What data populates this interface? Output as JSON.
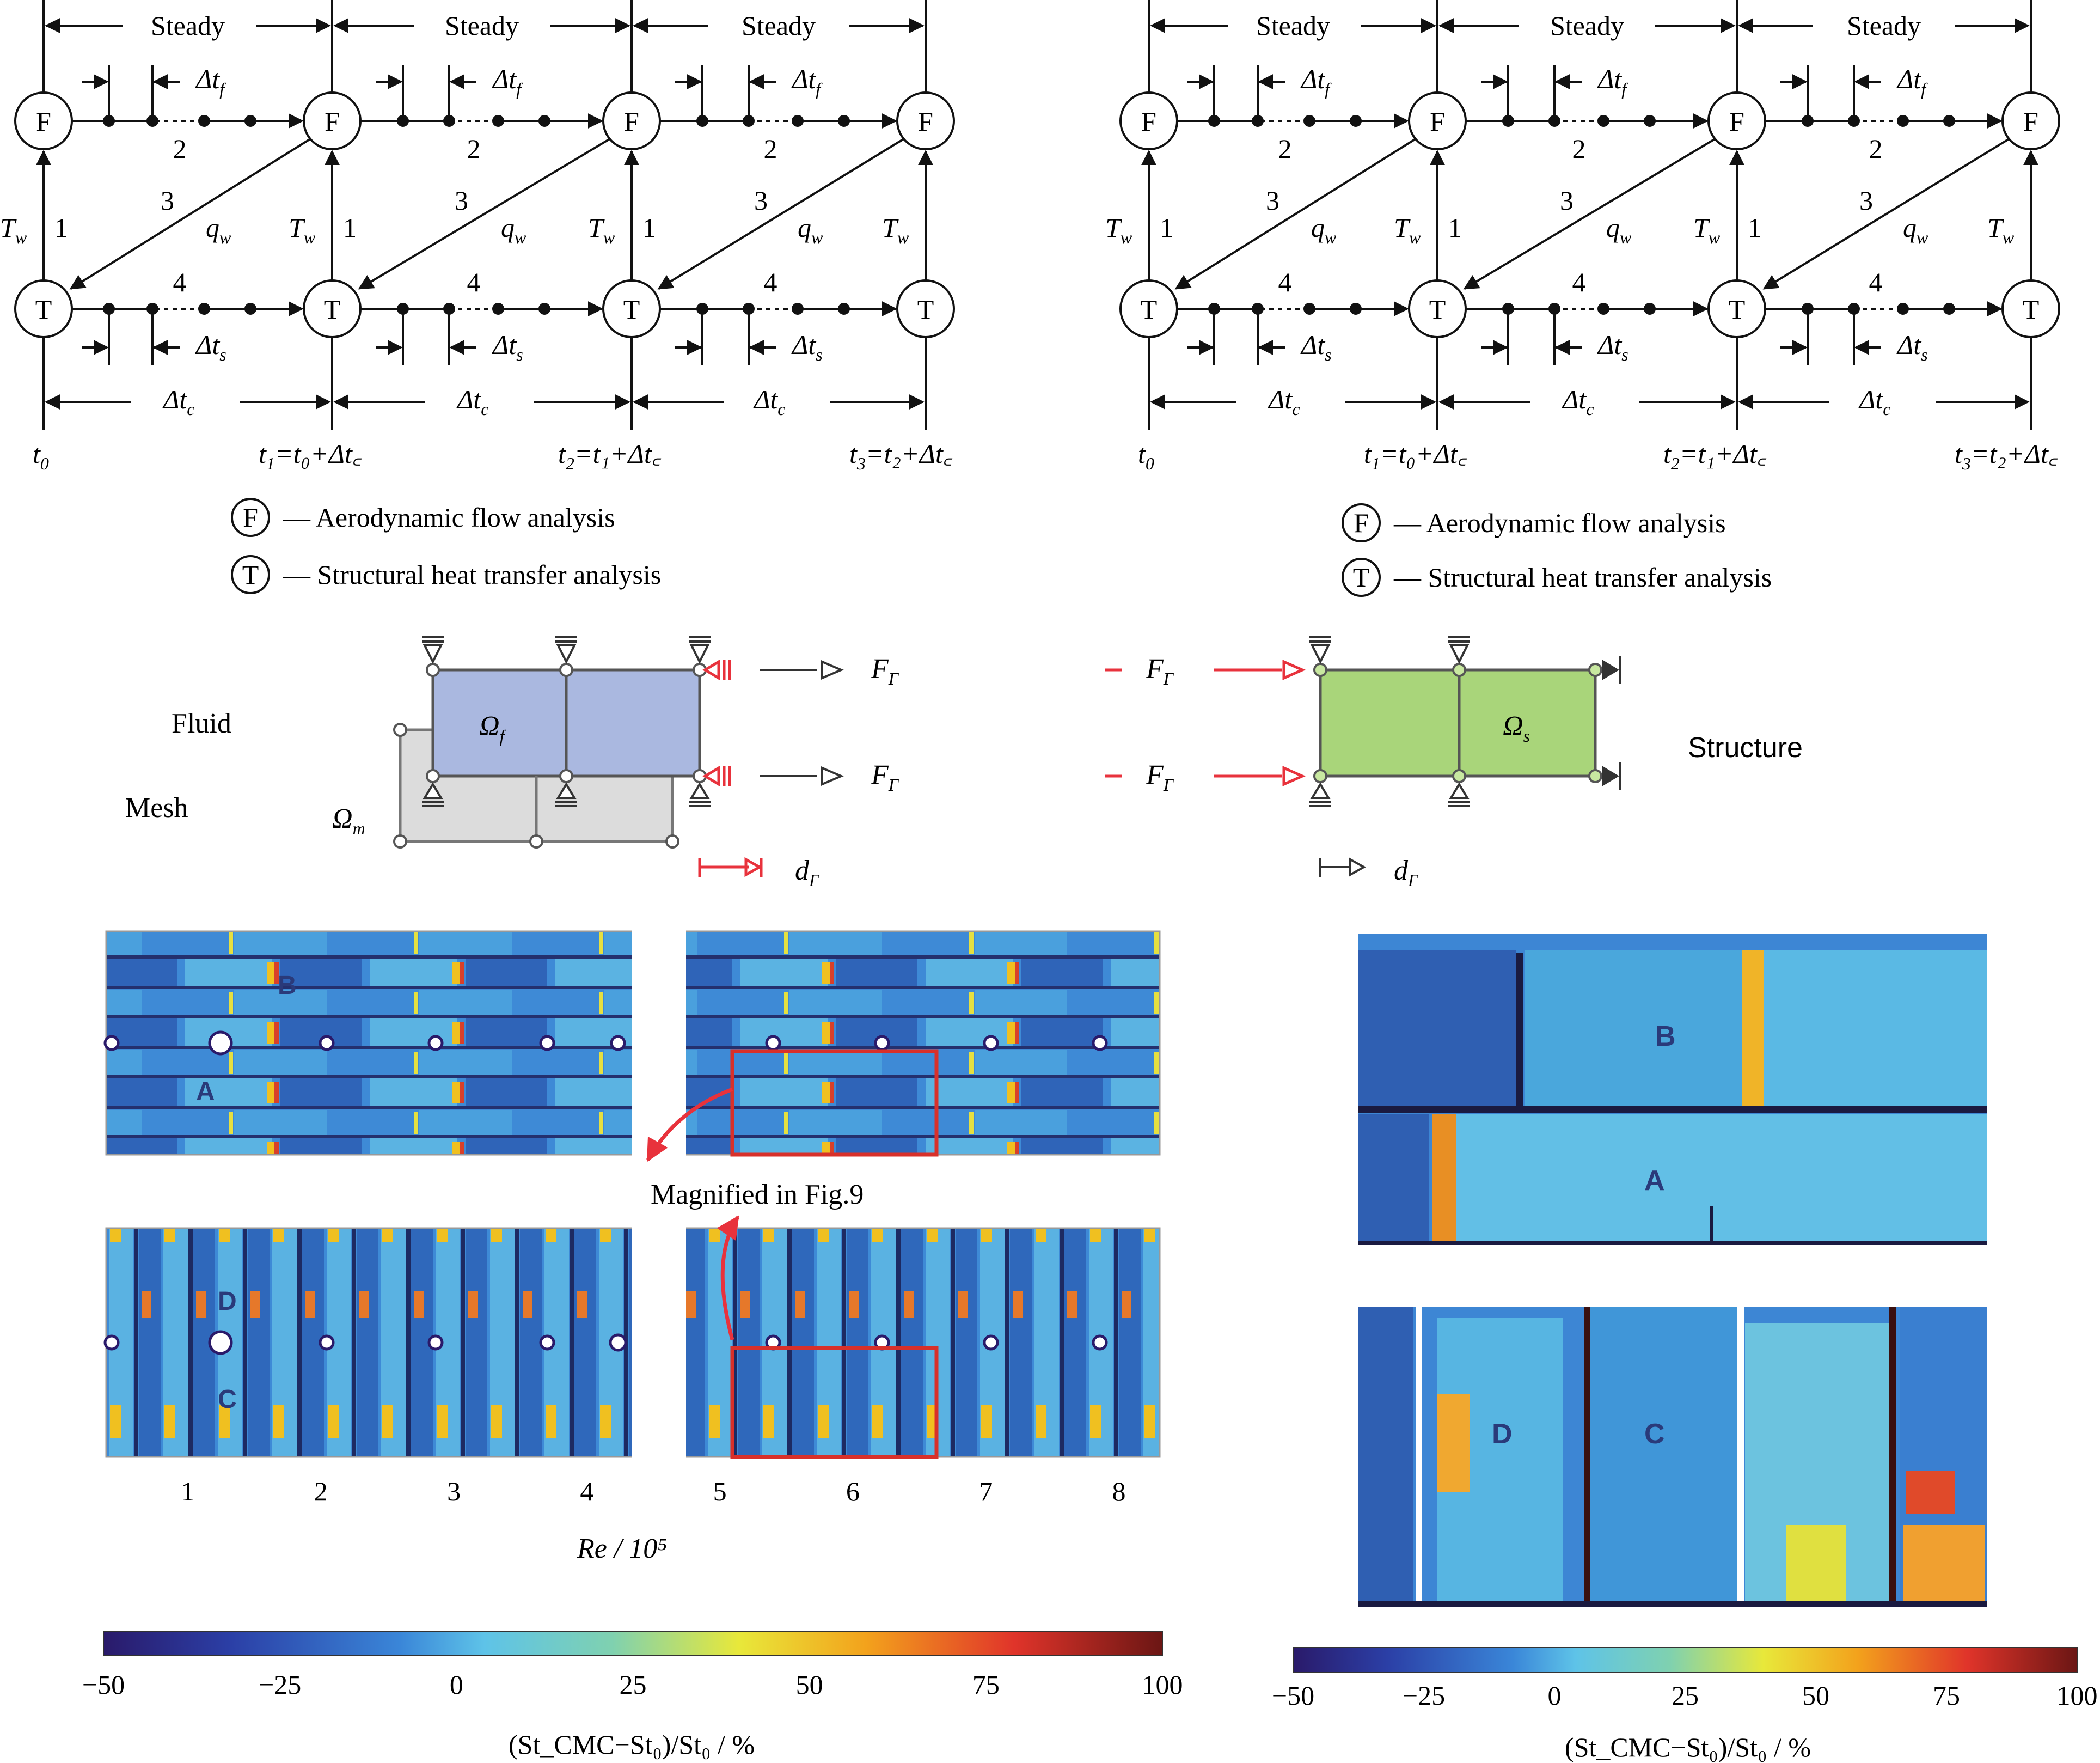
{
  "colors": {
    "fluid_block": "#aab8e0",
    "mesh_block": "#dcdcdc",
    "structure_block": "#a9d57a",
    "red_arrow": "#e8323c",
    "magnify_box": "#d8302a"
  },
  "schematics": {
    "steady_label": "Steady",
    "dtf": "Δt",
    "dtf_sub": "f",
    "dts": "Δt",
    "dts_sub": "s",
    "dtc": "Δt",
    "dtc_sub": "c",
    "tw": "T",
    "tw_sub": "w",
    "qw": "q",
    "qw_sub": "w",
    "node_f": "F",
    "node_t": "T",
    "step1": "1",
    "step2": "2",
    "step3": "3",
    "step4": "4",
    "times": [
      {
        "t": "t",
        "sub": "0",
        "rest": ""
      },
      {
        "t": "t",
        "sub": "1",
        "rest": "=t₀+Δt꜀"
      },
      {
        "t": "t",
        "sub": "2",
        "rest": "=t₁+Δt꜀"
      },
      {
        "t": "t",
        "sub": "3",
        "rest": "=t₂+Δt꜀"
      }
    ],
    "legend_f": "— Aerodynamic flow analysis",
    "legend_t": "— Structural heat transfer analysis"
  },
  "fsi": {
    "fluid_label": "Fluid",
    "mesh_label": "Mesh",
    "structure_label": "Structure",
    "omega_f": "Ω",
    "omega_f_sub": "f",
    "omega_m": "Ω",
    "omega_m_sub": "m",
    "omega_s": "Ω",
    "omega_s_sub": "s",
    "force": "F",
    "force_sub": "Γ",
    "disp": "d",
    "disp_sub": "Γ"
  },
  "heatmaps": {
    "label_A": "A",
    "label_B": "B",
    "label_C": "C",
    "label_D": "D",
    "magnified_note": "Magnified in Fig.9"
  },
  "chart_data": {
    "type": "heatmap",
    "xlabel": "Re / 10⁵",
    "x_ticks": [
      "1",
      "2",
      "3",
      "4",
      "5",
      "6",
      "7",
      "8"
    ],
    "colorbar_ticks": [
      "−50",
      "−25",
      "0",
      "25",
      "50",
      "75",
      "100"
    ],
    "colorbar_range": [
      -50,
      100
    ],
    "colorbar_label": "(St_CMC−St₀)/St₀ / %"
  }
}
